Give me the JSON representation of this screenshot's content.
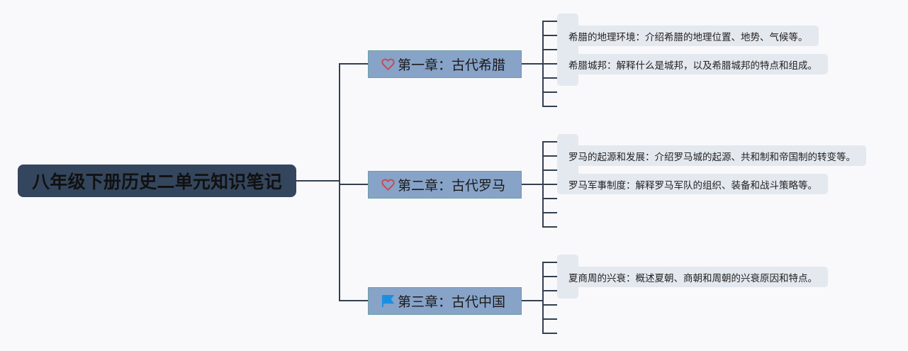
{
  "root": {
    "title": "八年级下册历史二单元知识笔记"
  },
  "chapters": [
    {
      "label": "第一章：古代希腊",
      "icon": "heart-icon",
      "leaves": [
        "希腊的地理环境：介绍希腊的地理位置、地势、气候等。",
        "希腊城邦：解释什么是城邦，以及希腊城邦的特点和组成。"
      ]
    },
    {
      "label": "第二章：古代罗马",
      "icon": "heart-icon",
      "leaves": [
        "罗马的起源和发展：介绍罗马城的起源、共和制和帝国制的转变等。",
        "罗马军事制度：解释罗马军队的组织、装备和战斗策略等。"
      ]
    },
    {
      "label": "第三章：古代中国",
      "icon": "flag-icon",
      "leaves": [
        "夏商周的兴衰：概述夏朝、商朝和周朝的兴衰原因和特点。"
      ]
    }
  ],
  "colors": {
    "background": "#f9f9fb",
    "root_fill": "#34465d",
    "chapter_fill": "#88a3c8",
    "chapter_border": "#6a9ea4",
    "leaf_fill": "#e4e8ef",
    "connector": "#333f52",
    "heart": "#c9474f",
    "flag": "#1a8fe0"
  }
}
